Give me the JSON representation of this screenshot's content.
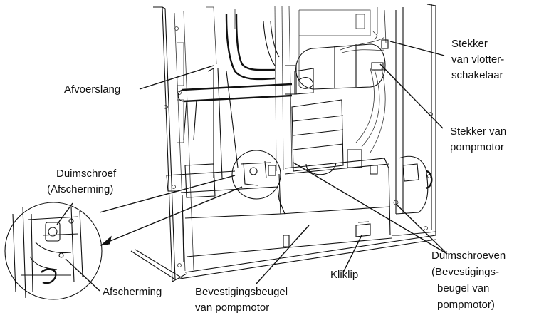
{
  "labels": {
    "afvoerslang": "Afvoerslang",
    "stekker_vlotter": [
      "Stekker",
      "van vlotter-",
      "schakelaar"
    ],
    "stekker_pomp": [
      "Stekker van",
      "pompmotor"
    ],
    "duimschroef": [
      "Duimschroef",
      "(Afscherming)"
    ],
    "afscherming": "Afscherming",
    "beugel": [
      "Bevestigingsbeugel",
      "van pompmotor"
    ],
    "kliklip": "Kliklip",
    "duimschroeven": [
      "Duimschroeven",
      "(Bevestigings-",
      "beugel van",
      "pompmotor)"
    ]
  }
}
